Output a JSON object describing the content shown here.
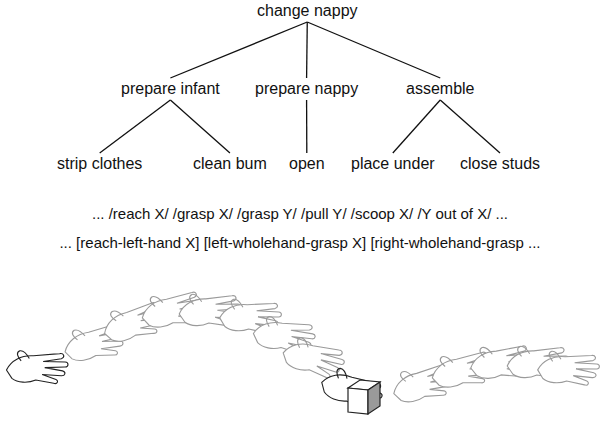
{
  "diagram": {
    "nodes": [
      {
        "text": [
          "change nappy"
        ]
      },
      {
        "text": [
          "prepare infant"
        ]
      },
      {
        "text": [
          "prepare nappy"
        ]
      },
      {
        "text": [
          "assemble"
        ]
      },
      {
        "text": [
          "strip clothes"
        ]
      },
      {
        "text": [
          "clean bum"
        ]
      },
      {
        "text": [
          "open"
        ]
      },
      {
        "text": [
          "place under"
        ]
      },
      {
        "text": [
          "close studs"
        ]
      }
    ],
    "edges": [
      {
        "from": 0,
        "to": 1,
        "arrow": "none"
      },
      {
        "from": 0,
        "to": 2,
        "arrow": "none"
      },
      {
        "from": 0,
        "to": 3,
        "arrow": "none"
      },
      {
        "from": 1,
        "to": 4,
        "arrow": "none"
      },
      {
        "from": 1,
        "to": 5,
        "arrow": "none"
      },
      {
        "from": 2,
        "to": 6,
        "arrow": "none"
      },
      {
        "from": 3,
        "to": 7,
        "arrow": "none"
      },
      {
        "from": 3,
        "to": 8,
        "arrow": "none"
      }
    ],
    "labels": [
      "... /reach X/ /grasp X/ /grasp Y/ /pull Y/ /scoop X/ /Y out of X/ ...",
      "... [reach-left-hand X] [left-wholehand-grasp X] [right-wholehand-grasp ..."
    ]
  }
}
